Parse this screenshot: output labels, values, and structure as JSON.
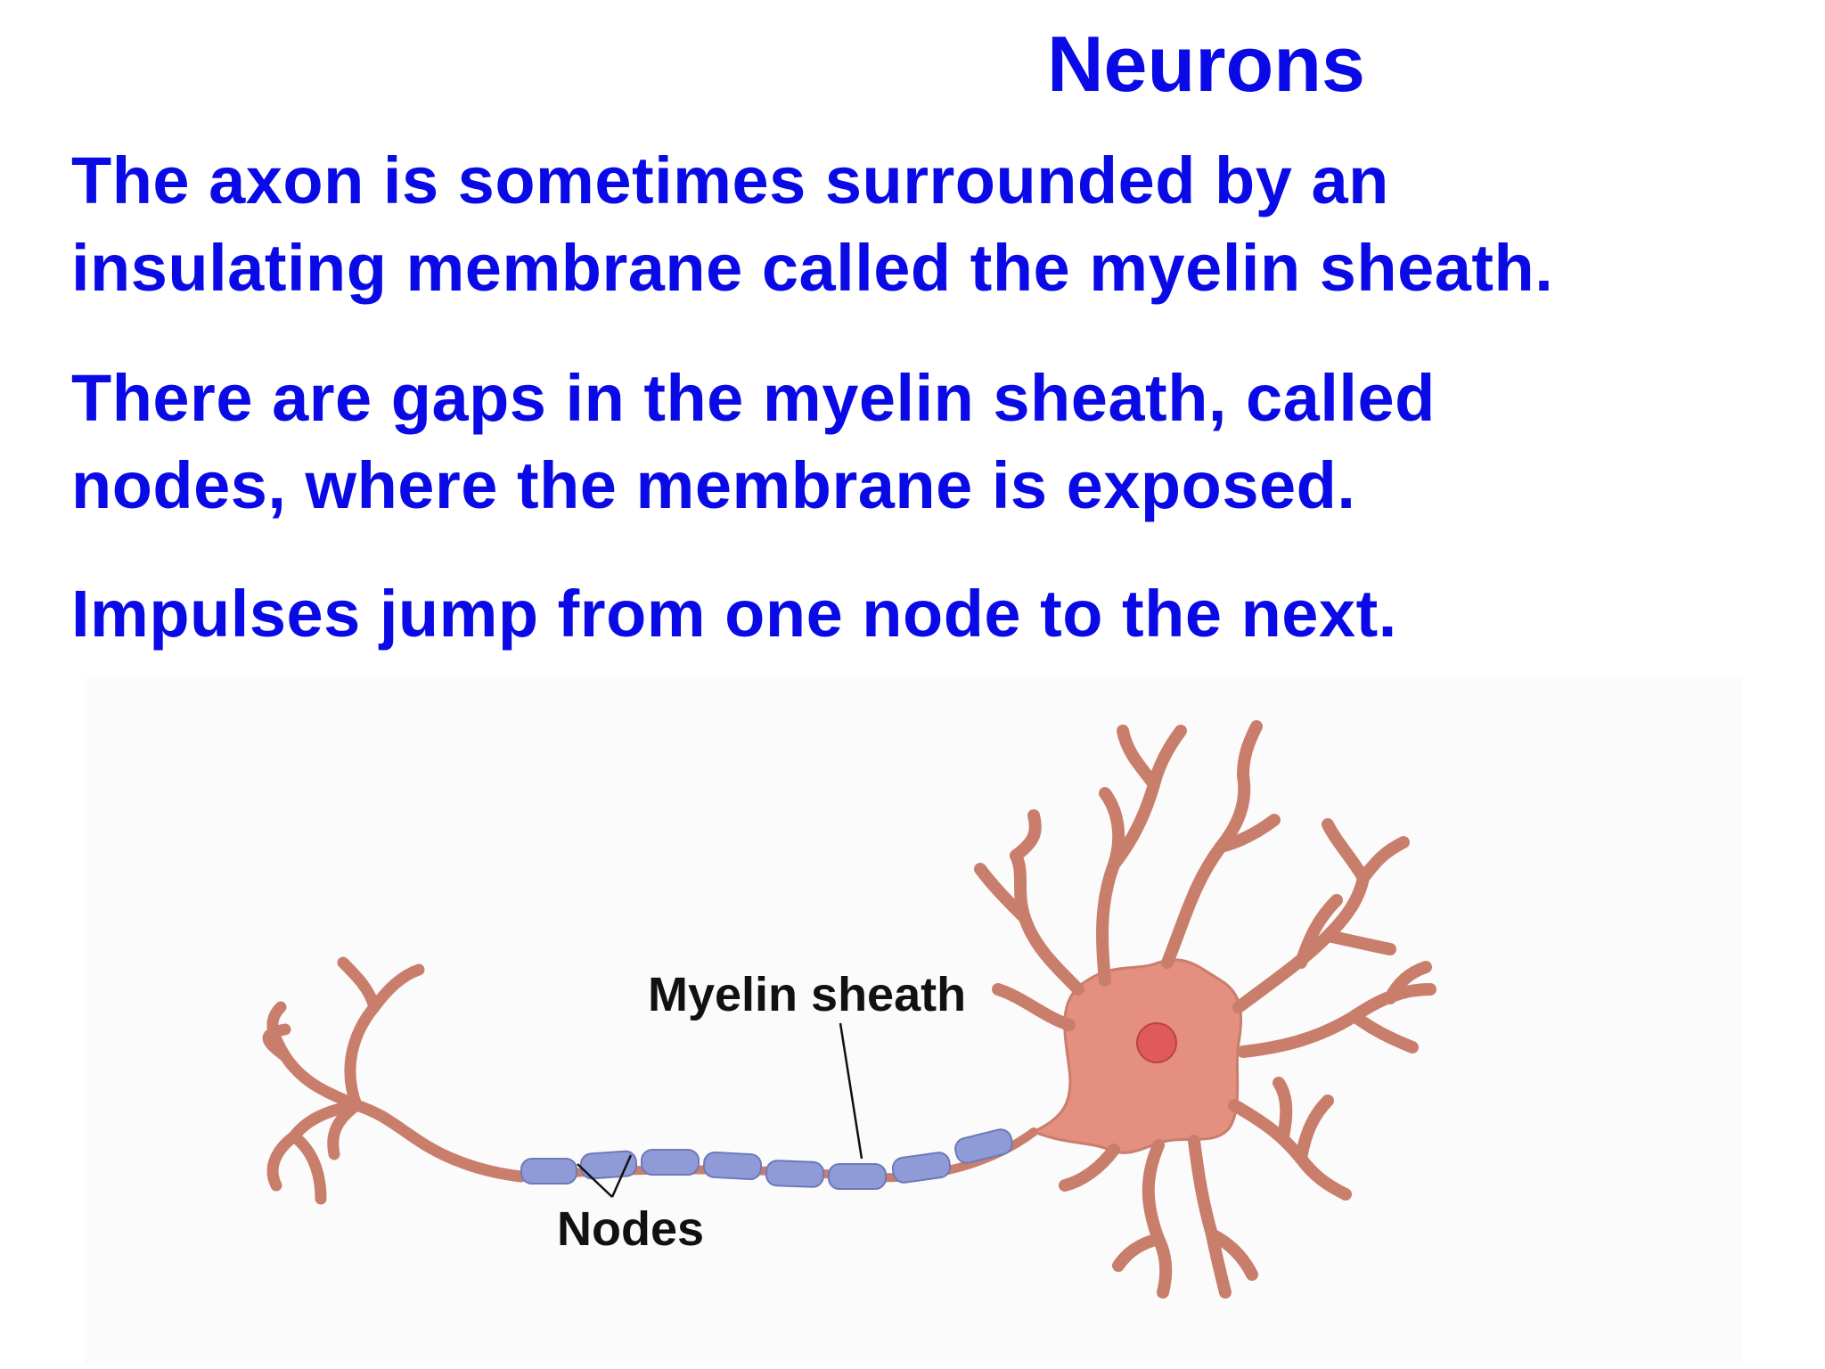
{
  "slide": {
    "title": "Neurons",
    "paragraphs": [
      {
        "lines": [
          "The axon is sometimes surrounded by an",
          "insulating membrane called the myelin sheath."
        ]
      },
      {
        "lines": [
          "There are gaps in the myelin sheath, called",
          "nodes, where the membrane is exposed."
        ]
      },
      {
        "lines": [
          "Impulses jump from one node to the next."
        ]
      }
    ]
  },
  "diagram": {
    "labels": {
      "myelin_sheath": "Myelin sheath",
      "nodes": "Nodes"
    },
    "colors": {
      "text": "#0a0ae6",
      "cell_body": "#e48f80",
      "dendrite": "#c97e6c",
      "myelin": "#8f9bd6",
      "nucleus": "#e05a5a"
    }
  }
}
